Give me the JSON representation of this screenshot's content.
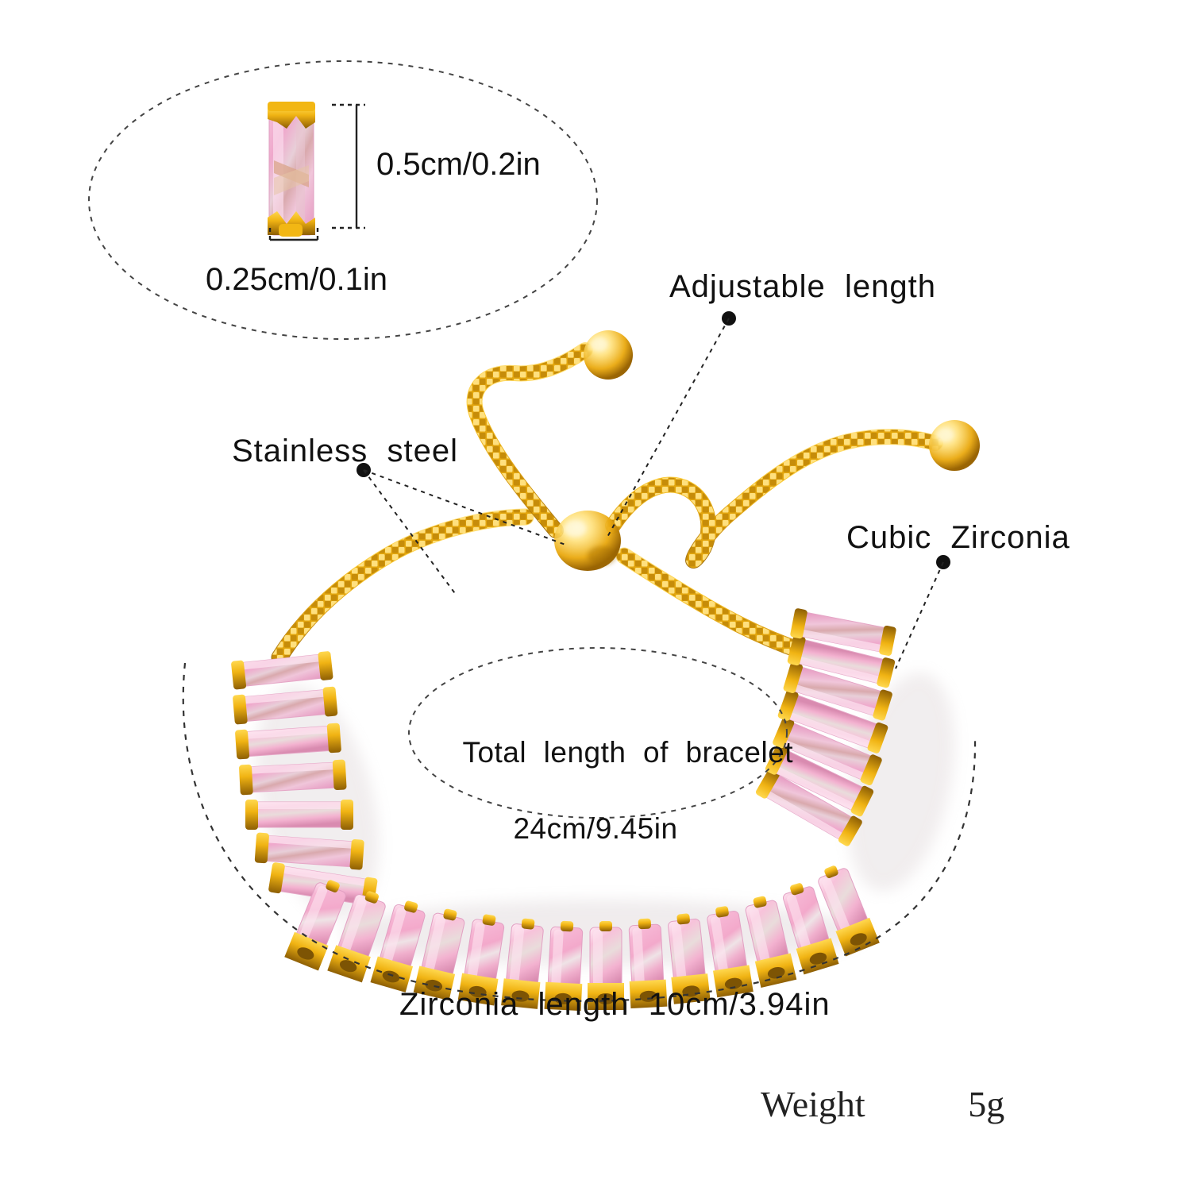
{
  "product": {
    "type": "adjustable tennis bracelet",
    "material": "gold plated stainless steel",
    "stone": "pink cubic zirconia baguette"
  },
  "callouts": {
    "adjustable": "Adjustable  length",
    "stainless": "Stainless  steel",
    "cubic": "Cubic  Zirconia"
  },
  "detail_inset": {
    "stone_height": "0.5cm/0.2in",
    "stone_width": "0.25cm/0.1in"
  },
  "total_length": {
    "line1": "Total  length  of  bracelet",
    "line2": "24cm/9.45in"
  },
  "zirconia_length": "Zirconia  length  10cm/3.94in",
  "weight": {
    "label": "Weight",
    "value": "5g"
  },
  "colors": {
    "background": "#ffffff",
    "gold_light": "#ffd95c",
    "gold": "#f2b714",
    "gold_dark": "#c98c06",
    "gold_deep": "#8a5e03",
    "stone_pink": "#f4aecd",
    "stone_pink_light": "#fbd8e8",
    "stone_pink_pale": "#f6e2e6",
    "stone_shadow": "#d98fb4",
    "ink": "#111111",
    "dash": "#333333"
  }
}
